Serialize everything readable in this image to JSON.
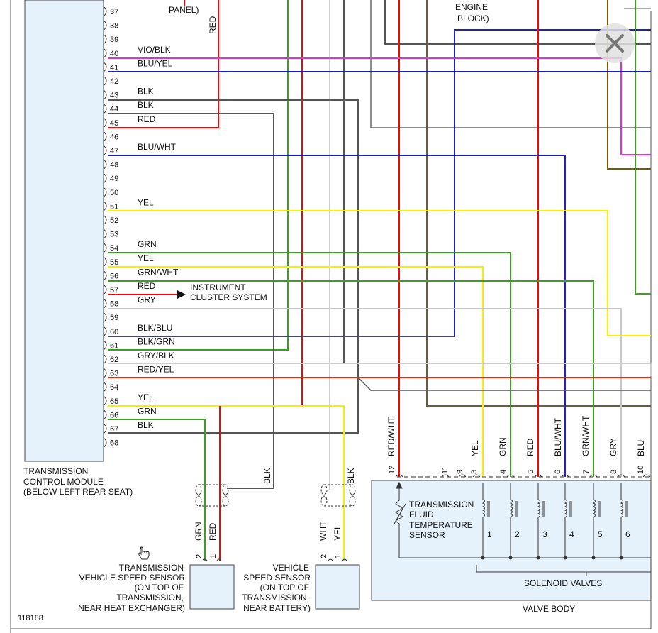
{
  "figure_id": "118168",
  "tcm": {
    "label": [
      "TRANSMISSION",
      "CONTROL MODULE",
      "(BELOW LEFT REAR SEAT)"
    ],
    "pins": [
      "37",
      "38",
      "39",
      "40",
      "41",
      "42",
      "43",
      "44",
      "45",
      "46",
      "47",
      "48",
      "49",
      "50",
      "51",
      "52",
      "53",
      "54",
      "55",
      "56",
      "57",
      "58",
      "59",
      "60",
      "61",
      "62",
      "63",
      "64",
      "65",
      "66",
      "67",
      "68"
    ],
    "wire_labels": [
      {
        "pin": "40",
        "text": "VIO/BLK"
      },
      {
        "pin": "41",
        "text": "BLU/YEL"
      },
      {
        "pin": "43",
        "text": "BLK"
      },
      {
        "pin": "44",
        "text": "BLK"
      },
      {
        "pin": "45",
        "text": "RED"
      },
      {
        "pin": "47",
        "text": "BLU/WHT"
      },
      {
        "pin": "51",
        "text": "YEL"
      },
      {
        "pin": "54",
        "text": "GRN"
      },
      {
        "pin": "55",
        "text": "YEL"
      },
      {
        "pin": "56",
        "text": "GRN/WHT"
      },
      {
        "pin": "57",
        "text": "RED"
      },
      {
        "pin": "58",
        "text": "GRY"
      },
      {
        "pin": "60",
        "text": "BLK/BLU"
      },
      {
        "pin": "61",
        "text": "BLK/GRN"
      },
      {
        "pin": "62",
        "text": "GRY/BLK"
      },
      {
        "pin": "63",
        "text": "RED/YEL"
      },
      {
        "pin": "65",
        "text": "YEL"
      },
      {
        "pin": "66",
        "text": "GRN"
      },
      {
        "pin": "67",
        "text": "BLK"
      }
    ]
  },
  "top_labels": {
    "panel": "PANEL)",
    "engine": "ENGINE",
    "block": "BLOCK)",
    "red_vertical": "RED"
  },
  "instrument_cluster": [
    "INSTRUMENT",
    "CLUSTER SYSTEM"
  ],
  "tvss": {
    "label": [
      "TRANSMISSION",
      "VEHICLE SPEED SENSOR",
      "(ON TOP OF",
      "TRANSMISSION,",
      "NEAR HEAT EXCHANGER)"
    ],
    "wires": [
      "GRN",
      "RED"
    ],
    "pins": [
      "2",
      "1"
    ],
    "shield_wire": "BLK"
  },
  "vss": {
    "label": [
      "VEHICLE",
      "SPEED SENSOR",
      "(ON TOP OF",
      "TRANSMISSION,",
      "NEAR BATTERY)"
    ],
    "wires": [
      "WHT",
      "YEL"
    ],
    "pins": [
      "2",
      "1"
    ],
    "shield_wire": "BLK"
  },
  "valve_body": {
    "label": "VALVE BODY",
    "sensor_label": [
      "TRANSMISSION",
      "FLUID",
      "TEMPERATURE",
      "SENSOR"
    ],
    "solenoid_label": "SOLENOID VALVES",
    "solenoid_numbers": [
      "1",
      "2",
      "3",
      "4",
      "5",
      "6"
    ],
    "connector_pins": [
      "12",
      "11",
      "9",
      "3",
      "4",
      "5",
      "6",
      "7",
      "8",
      "10"
    ],
    "wire_labels": [
      "RED/WHT",
      "YEL",
      "GRN",
      "RED",
      "BLU/WHT",
      "GRN/WHT",
      "GRY",
      "BLU"
    ]
  },
  "colors": {
    "red": "#ff0000",
    "green": "#3aa020",
    "yellow": "#f5f000",
    "blue": "#2020c0",
    "gray": "#c8c8c8",
    "darkgray": "#555555",
    "magenta": "#e030e0",
    "brown": "#7a5a00",
    "redyel": "#e03010",
    "module_fill": "#e6f2fb"
  },
  "close_button": {
    "icon": "close-icon"
  }
}
